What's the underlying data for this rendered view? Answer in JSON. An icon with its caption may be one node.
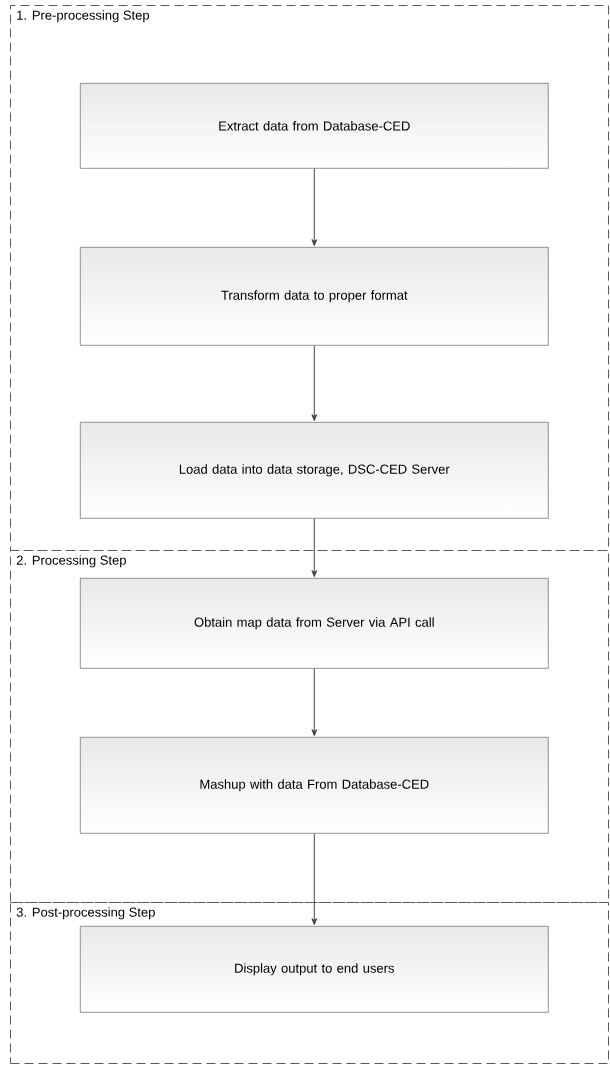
{
  "diagram": {
    "nodes": [
      {
        "text": [
          "1. Pre-processing Step"
        ]
      },
      {
        "text": [
          "Extract data from Database-CED"
        ],
        "in": 0
      },
      {
        "text": [
          "Transform data to proper format"
        ],
        "in": 0
      },
      {
        "text": [
          "Load data into data storage, DSC-CED Server"
        ],
        "in": 0
      },
      {
        "text": [
          "2. Processing Step"
        ]
      },
      {
        "text": [
          "Obtain map data from Server via API call"
        ],
        "in": 4
      },
      {
        "text": [
          "Mashup with data From Database-CED"
        ],
        "in": 4
      },
      {
        "text": [
          "3. Post-processing Step"
        ]
      },
      {
        "text": [
          "Display output to end users"
        ],
        "in": 7
      }
    ],
    "edges": [
      {
        "from": 1,
        "to": 2,
        "arrow": "to"
      },
      {
        "from": 2,
        "to": 3,
        "arrow": "to"
      },
      {
        "from": 3,
        "to": 5,
        "arrow": "to"
      },
      {
        "from": 5,
        "to": 6,
        "arrow": "to"
      },
      {
        "from": 6,
        "to": 8,
        "arrow": "to"
      }
    ]
  }
}
